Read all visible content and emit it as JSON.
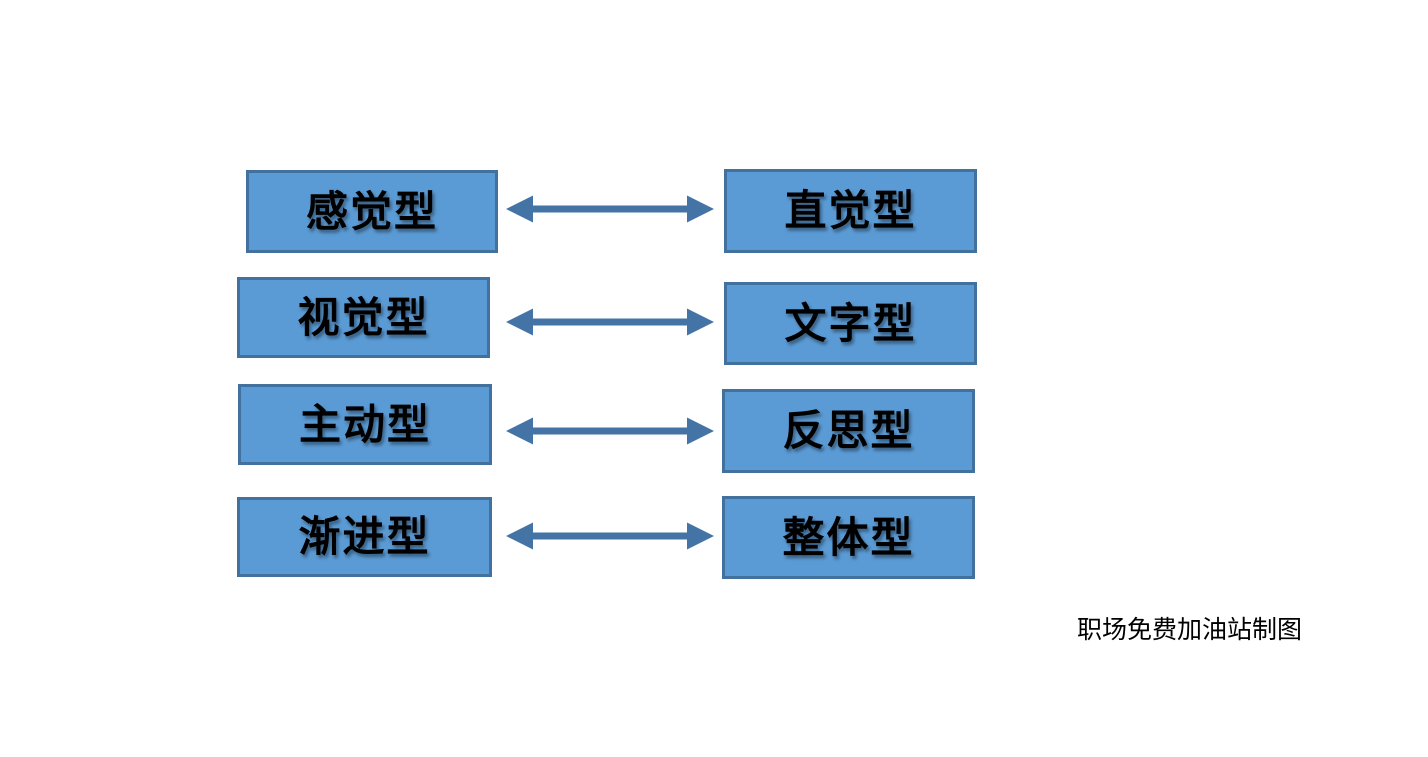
{
  "diagram": {
    "title_hint": "learning-style dimension pairs",
    "rows": [
      {
        "left": "感觉型",
        "right": "直觉型"
      },
      {
        "left": "视觉型",
        "right": "文字型"
      },
      {
        "left": "主动型",
        "right": "反思型"
      },
      {
        "left": "渐进型",
        "right": "整体型"
      }
    ],
    "connector": "double-headed-arrow",
    "caption": "职场免费加油站制图",
    "colors": {
      "box_fill": "#5B9BD5",
      "box_border": "#41719C",
      "arrow": "#4473A5",
      "text": "#000000",
      "background": "#FFFFFF"
    }
  }
}
